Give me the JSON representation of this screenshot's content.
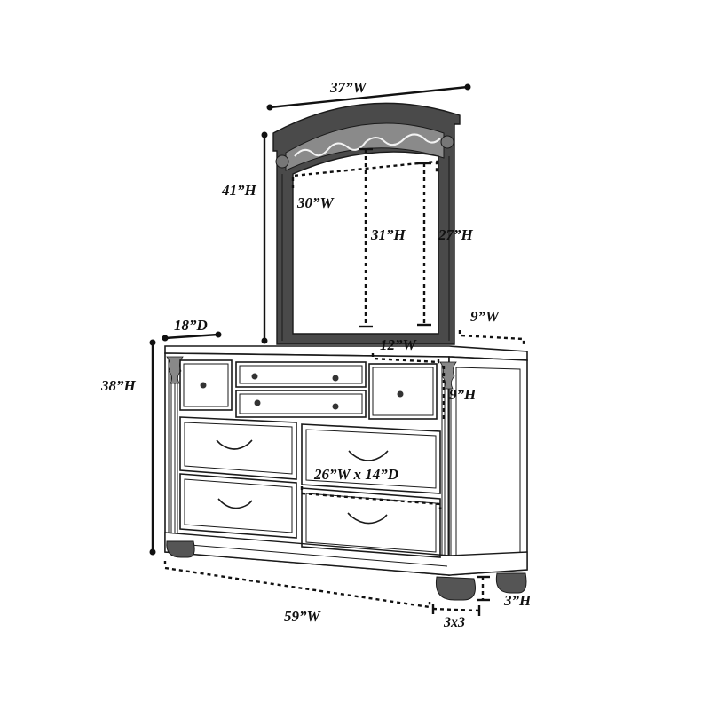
{
  "colors": {
    "line": "#1a1a1a",
    "frame_fill": "#4a4a4a",
    "foot_fill": "#5a5a5a",
    "background": "#ffffff"
  },
  "mirror": {
    "overall_width": "37”W",
    "overall_height": "41”H",
    "glass_width": "30”W",
    "center_height": "31”H",
    "side_height": "27”H"
  },
  "dresser": {
    "depth": "18”D",
    "height": "38”H",
    "side_depth": "9”W",
    "top_drawer_width": "12”W",
    "top_drawer_height": "9”H",
    "drawer_size": "26”W x 14”D",
    "overall_width": "59”W",
    "foot_height": "3”H",
    "foot_size": "3x3"
  }
}
